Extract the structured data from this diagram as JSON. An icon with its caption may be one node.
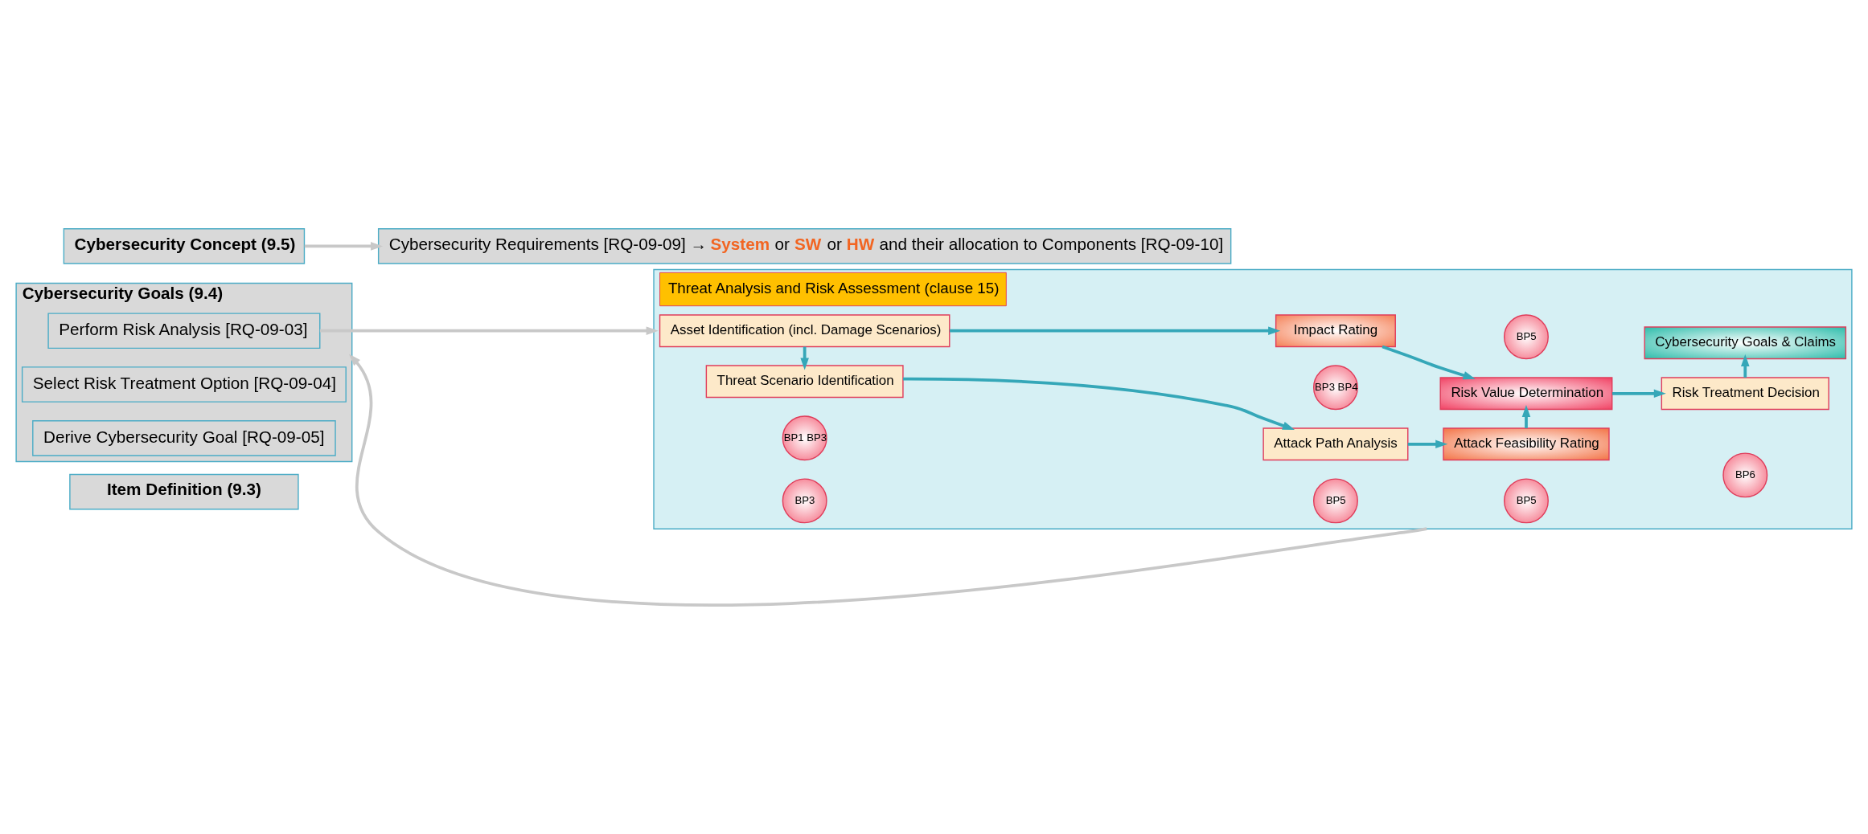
{
  "diagram": {
    "nodes": [
      {
        "text": [
          "Item Definition (9.3)"
        ]
      },
      {
        "text": [
          "Cybersecurity Goals (9.4)"
        ]
      },
      {
        "text": [
          "Perform Risk Analysis [RQ-09-03]"
        ],
        "in": 1
      },
      {
        "text": [
          "Select Risk Treatment Option [RQ-09-04]"
        ],
        "in": 1
      },
      {
        "text": [
          "Derive Cybersecurity Goal [RQ-09-05]"
        ],
        "in": 1
      },
      {
        "text": [
          "Cybersecurity Concept (9.5)"
        ]
      },
      {
        "text": [
          "Threat Analysis and Risk Assessment (clause 15)"
        ]
      },
      {
        "text": [
          "Asset Identification (incl. Damage Scenarios)"
        ],
        "in": 6
      },
      {
        "text": [
          "BP1 BP3"
        ],
        "in": 6
      },
      {
        "text": [
          "Impact Rating"
        ],
        "in": 6
      },
      {
        "text": [
          "BP3 BP4"
        ],
        "in": 6
      },
      {
        "text": [
          "Risk Value Determination"
        ],
        "in": 6
      },
      {
        "text": [
          "BP5"
        ],
        "in": 6
      },
      {
        "text": [
          "Risk Treatment Decision"
        ],
        "in": 6
      },
      {
        "text": [
          "BP6"
        ],
        "in": 6
      },
      {
        "text": [
          "Threat Scenario Identification"
        ],
        "in": 6
      },
      {
        "text": [
          "BP3"
        ],
        "in": 6
      },
      {
        "text": [
          "Attack Path Analysis"
        ],
        "in": 6
      },
      {
        "text": [
          "BP5"
        ],
        "in": 6
      },
      {
        "text": [
          "Attack Feasibility Rating"
        ],
        "in": 6
      },
      {
        "text": [
          "BP5"
        ],
        "in": 6
      },
      {
        "text": [
          "Cybersecurity Goals & Claims"
        ],
        "in": 6
      },
      {
        "text": [
          "Cybersecurity Requirements [RQ-09-09] → **System** or **SW** or **HW** and their allocation to Components [RQ-09-10]"
        ]
      }
    ],
    "edges": [
      {
        "from": 2,
        "to": 6,
        "arrow": "to",
        "color": "#c8c8c8"
      },
      {
        "from": 7,
        "to": 9,
        "arrow": "to"
      },
      {
        "from": 9,
        "to": 11,
        "arrow": "to"
      },
      {
        "from": 11,
        "to": 13,
        "arrow": "to"
      },
      {
        "from": 7,
        "to": 15,
        "arrow": "to"
      },
      {
        "from": 15,
        "to": 17,
        "arrow": "to"
      },
      {
        "from": 17,
        "to": 19,
        "arrow": "to"
      },
      {
        "from": 19,
        "to": 11,
        "arrow": "to"
      },
      {
        "from": 13,
        "to": 21,
        "arrow": "to"
      },
      {
        "from": 6,
        "to": 1,
        "arrow": "to",
        "color": "#c8c8c8"
      },
      {
        "from": 5,
        "to": 22,
        "arrow": "to",
        "color": "#c8c8c8"
      }
    ]
  }
}
